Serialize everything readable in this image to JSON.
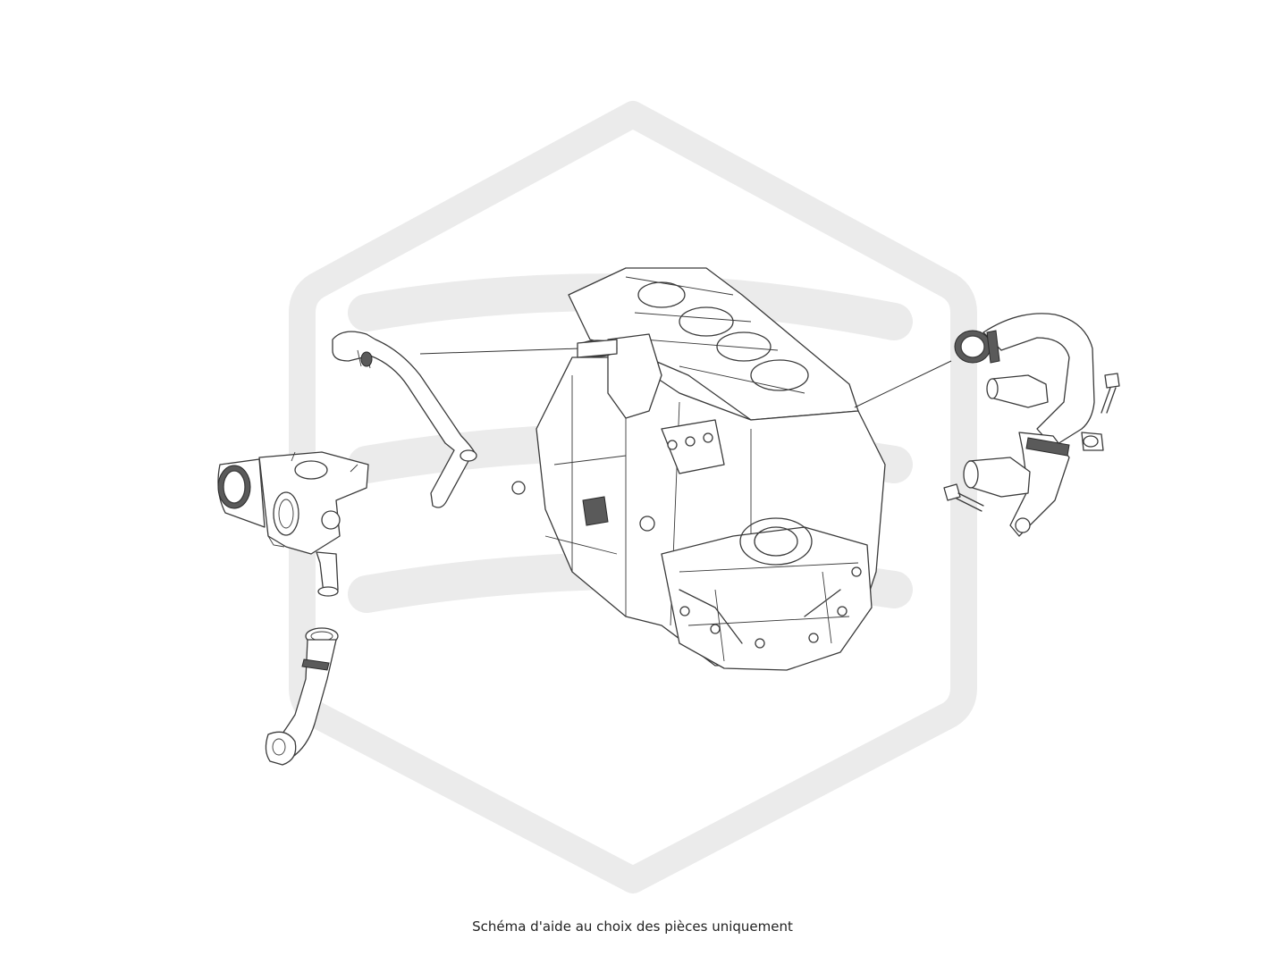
{
  "caption": "Schéma d'aide au choix des pièces uniquement",
  "colors": {
    "watermark": "#ebebeb",
    "line_art": "#3a3a3a",
    "background": "#ffffff"
  },
  "watermark": {
    "type": "hexagon-logo",
    "description": "brand-watermark"
  }
}
